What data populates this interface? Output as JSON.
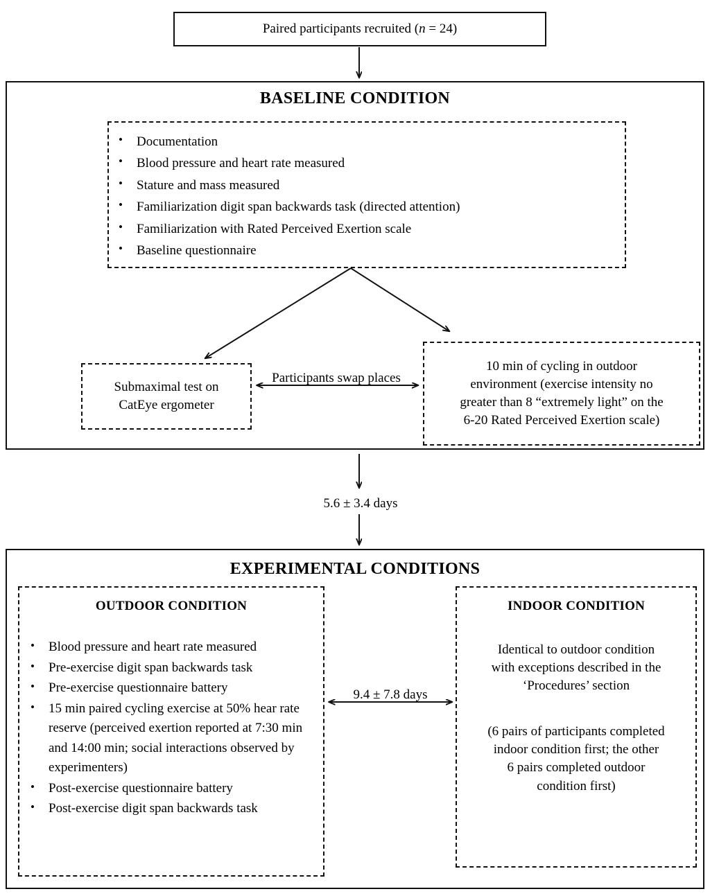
{
  "figure": {
    "type": "study-protocol-flowchart",
    "stroke_color": "#111111",
    "background": "#ffffff"
  },
  "recruitment": {
    "label_prefix": "Paired participants recruited (",
    "n_symbol": "n",
    "label_suffix": " = 24)"
  },
  "baseline": {
    "title": "BASELINE CONDITION",
    "items": [
      "Documentation",
      "Blood pressure and heart rate measured",
      "Stature and mass measured",
      "Familiarization digit span backwards task (directed attention)",
      "Familiarization with Rated Perceived Exertion scale",
      "Baseline questionnaire"
    ],
    "left_branch": {
      "line1": "Submaximal test on",
      "line2": "CatEye ergometer"
    },
    "swap_label": "Participants swap places",
    "right_branch": {
      "line1": "10 min of cycling in outdoor",
      "line2": "environment (exercise intensity no",
      "line3": "greater than 8 “extremely light” on the",
      "line4": "6-20 Rated Perceived Exertion scale)"
    }
  },
  "interval_baseline_to_experimental": "5.6 ± 3.4 days",
  "experimental": {
    "title": "EXPERIMENTAL CONDITIONS",
    "outdoor": {
      "title": "OUTDOOR CONDITION",
      "items": [
        "Blood pressure and heart rate measured",
        "Pre-exercise digit span backwards task",
        "Pre-exercise questionnaire battery",
        "15 min paired cycling exercise at 50% hear rate reserve (perceived exertion reported at 7:30 min and 14:00 min; social interactions observed by experimenters)",
        "Post-exercise questionnaire battery",
        "Post-exercise digit span backwards task"
      ]
    },
    "interval_between_conditions": "9.4 ± 7.8 days",
    "indoor": {
      "title": "INDOOR CONDITION",
      "paragraph1_line1": "Identical to outdoor condition",
      "paragraph1_line2": "with exceptions described in the",
      "paragraph1_line3": "‘Procedures’ section",
      "paragraph2_line1": "(6 pairs of participants completed",
      "paragraph2_line2": "indoor condition first; the other",
      "paragraph2_line3": "6 pairs completed outdoor",
      "paragraph2_line4": "condition first)"
    }
  }
}
